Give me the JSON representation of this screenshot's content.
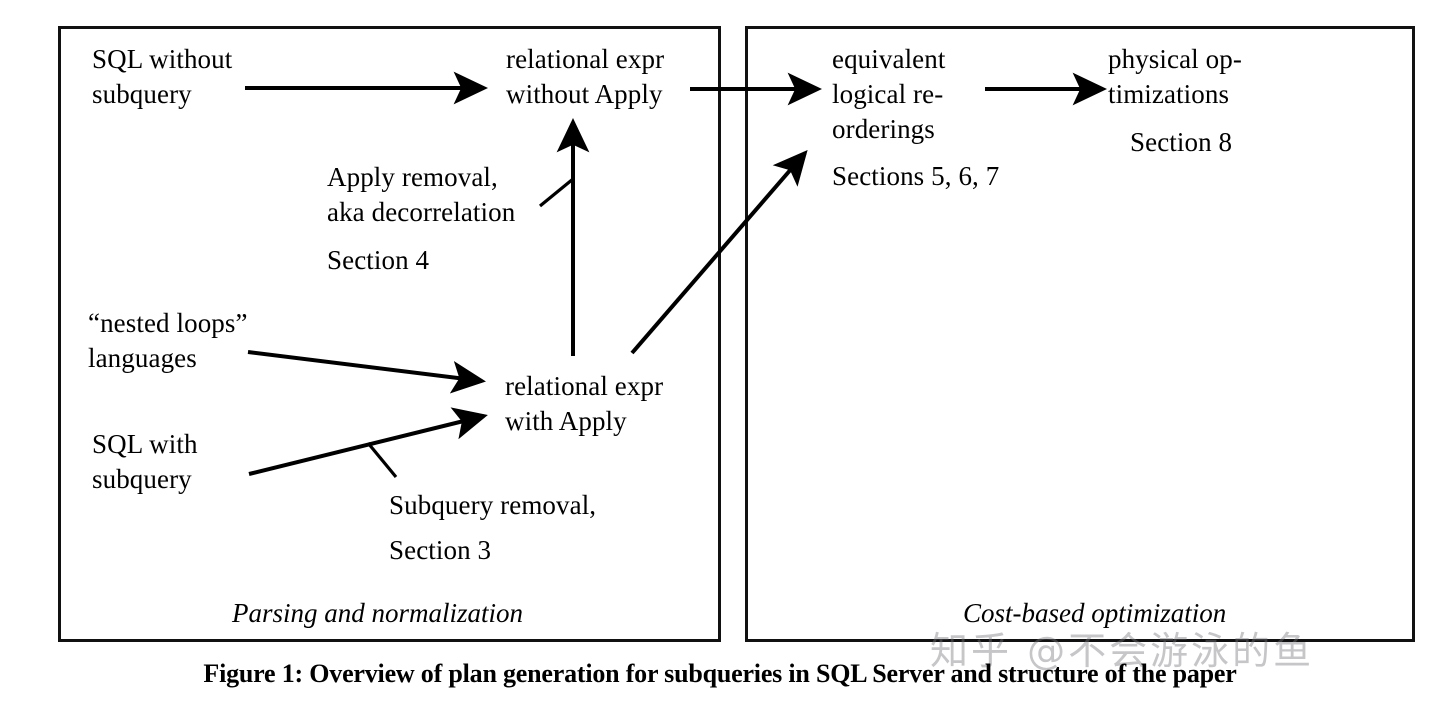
{
  "figure": {
    "caption": "Figure 1: Overview of plan generation for subqueries in SQL Server and structure of the paper"
  },
  "panels": [
    {
      "id": "parsing",
      "caption": "Parsing and normalization"
    },
    {
      "id": "cost",
      "caption": "Cost-based optimization"
    }
  ],
  "nodes": {
    "sql_without_subquery": "SQL without\nsubquery",
    "relational_expr_without_apply": "relational expr\nwithout Apply",
    "equivalent_logical_reorderings": "equivalent\nlogical re-\norderings",
    "equivalent_logical_sections": "Sections 5, 6, 7",
    "physical_optimizations": "physical op-\ntimizations",
    "physical_optimizations_section": "Section 8",
    "apply_removal_label": "Apply removal,\naka decorrelation",
    "apply_removal_section": "Section 4",
    "nested_loops_languages": "“nested loops”\nlanguages",
    "sql_with_subquery": "SQL with\nsubquery",
    "relational_expr_with_apply": "relational expr\nwith Apply",
    "subquery_removal_label": "Subquery removal,",
    "subquery_removal_section": "Section 3"
  },
  "edges": [
    {
      "name": "sql-without-to-rel-no-apply",
      "from": "SQL without subquery",
      "to": "relational expr without Apply"
    },
    {
      "name": "rel-no-apply-to-equivalent",
      "from": "relational expr without Apply",
      "to": "equivalent logical re-orderings"
    },
    {
      "name": "equivalent-to-physical",
      "from": "equivalent logical re-orderings",
      "to": "physical optimizations"
    },
    {
      "name": "rel-with-apply-to-rel-no-apply",
      "from": "relational expr with Apply",
      "to": "relational expr without Apply",
      "label": "Apply removal, aka decorrelation"
    },
    {
      "name": "rel-with-apply-to-equivalent",
      "from": "relational expr with Apply",
      "to": "equivalent logical re-orderings"
    },
    {
      "name": "nested-loops-to-rel-with-apply",
      "from": "“nested loops” languages",
      "to": "relational expr with Apply"
    },
    {
      "name": "sql-with-subquery-to-rel-with-apply",
      "from": "SQL with subquery",
      "to": "relational expr with Apply",
      "label": "Subquery removal, Section 3"
    }
  ],
  "watermark": {
    "text": "知乎 @不会游泳的鱼"
  },
  "colors": {
    "ink": "#000000",
    "background": "#ffffff",
    "watermark": "#787880"
  }
}
